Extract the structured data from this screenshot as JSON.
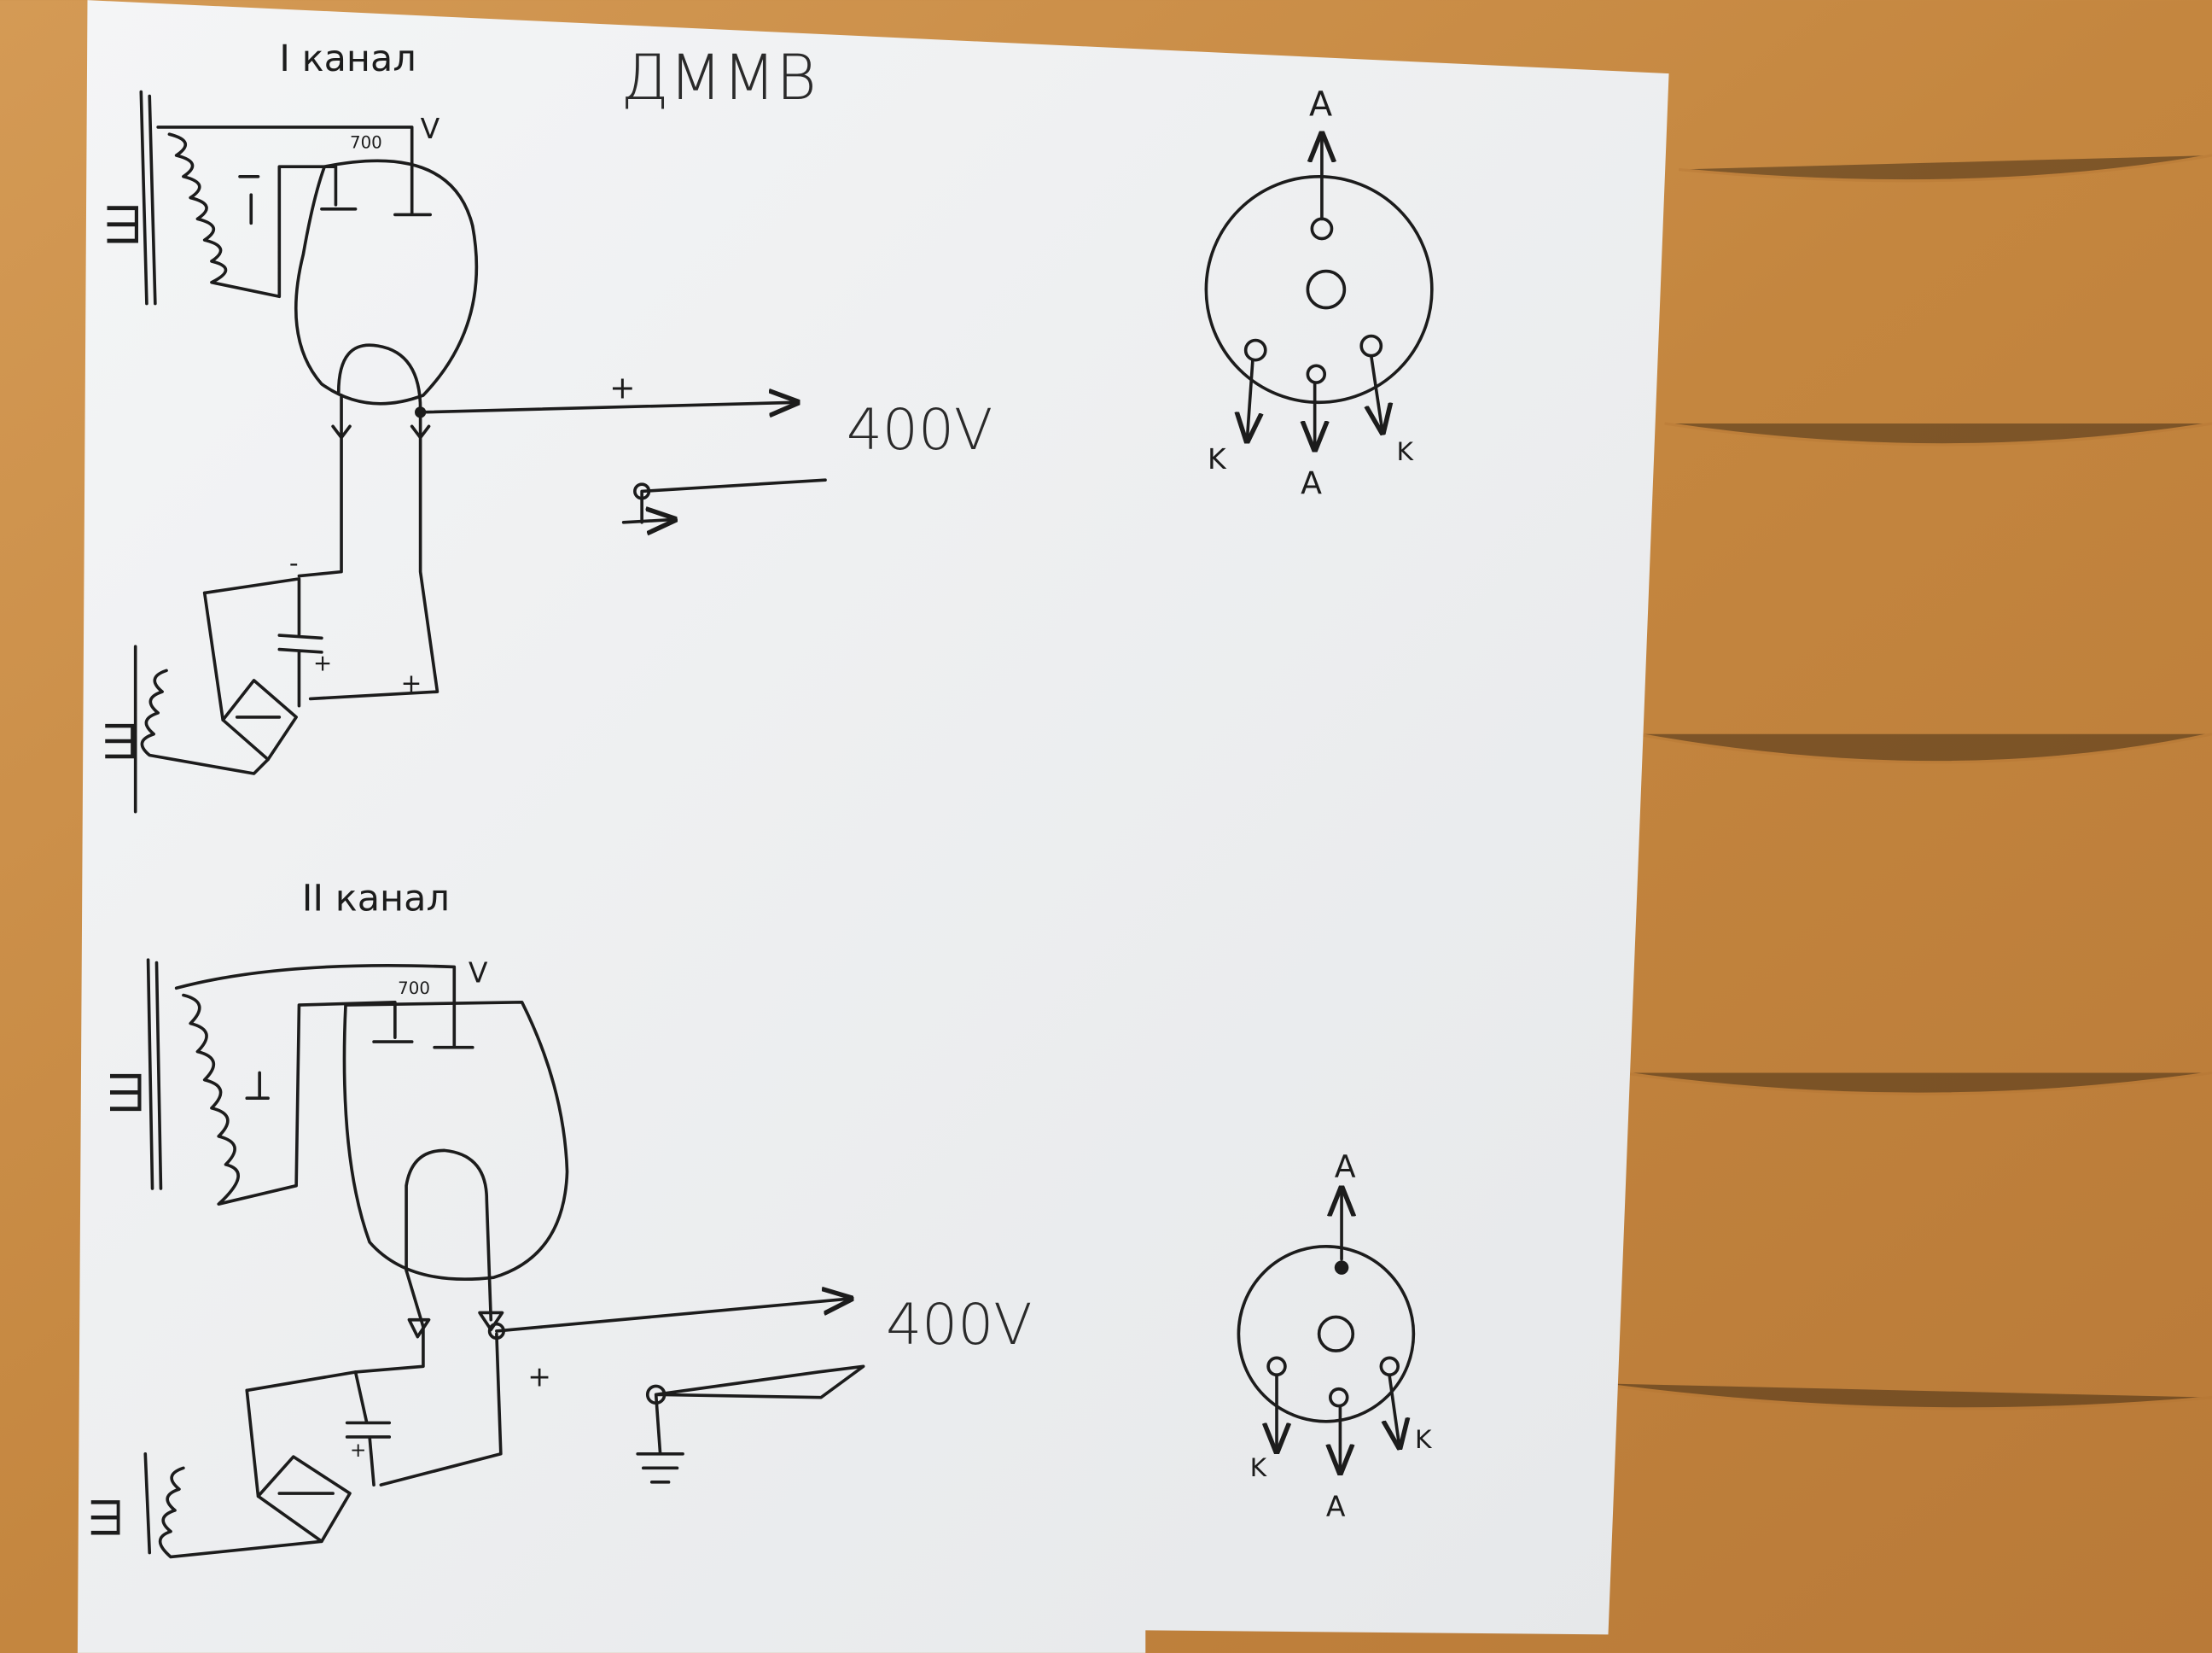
{
  "title": "ДММВ",
  "channel1": {
    "label": "I канал",
    "transformer_label": "Ш",
    "transformer2_label": "Ш",
    "high_voltage": "700",
    "voltage_unit": "V",
    "output": "400V",
    "plus": "+",
    "minus": "-",
    "cap_plus": "+",
    "wire_plus": "+",
    "heater_minus": "-"
  },
  "channel2": {
    "label": "II канал",
    "transformer_label": "Ш",
    "transformer2_label": "Ш",
    "high_voltage": "700",
    "voltage_unit": "V",
    "output": "400V",
    "plus": "+",
    "cap_plus": "+",
    "heater_minus": "-"
  },
  "socket1": {
    "top": "A",
    "left": "K",
    "bottom": "A",
    "right": "K"
  },
  "socket2": {
    "top": "A",
    "left": "K",
    "bottom": "A",
    "right": "K"
  },
  "colors": {
    "paper": "#f1f2f3",
    "wood": "#c88a47",
    "ink": "#1c1c1c"
  }
}
